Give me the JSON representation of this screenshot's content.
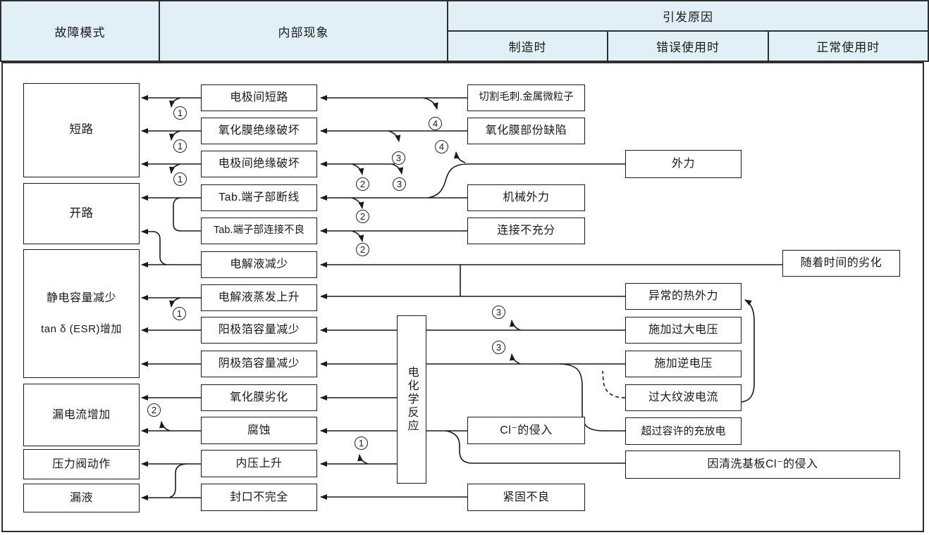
{
  "header": {
    "fault_mode": "故障模式",
    "internal_phenomenon": "内部现象",
    "trigger_cause": "引发原因",
    "at_manufacturing": "制造时",
    "at_misuse": "错误使用时",
    "at_normal_use": "正常使用时"
  },
  "fault_modes": {
    "short_circuit": "短路",
    "open_circuit": "开路",
    "capacitance_line1": "静电容量减少",
    "capacitance_line2": "tan δ (ESR)增加",
    "leakage_current_increase": "漏电流增加",
    "pressure_valve_operation": "压力阀动作",
    "liquid_leakage": "漏液"
  },
  "internal_phenomena": {
    "short_between_electrodes": "电极间短路",
    "oxide_film_insulation_breakdown": "氧化膜绝缘破坏",
    "insulation_breakdown_between_electrodes": "电极间绝缘破坏",
    "tab_terminal_wire_break": "Tab.端子部断线",
    "tab_terminal_poor_connection": "Tab.端子部连接不良",
    "electrolyte_decrease": "电解液减少",
    "electrolyte_evaporation_rise": "电解液蒸发上升",
    "anode_foil_capacity_decrease": "阳极箔容量减少",
    "cathode_foil_capacity_decrease": "阴极箔容量减少",
    "oxide_film_degradation": "氧化膜劣化",
    "corrosion": "腐蚀",
    "internal_pressure_rise": "内压上升",
    "incomplete_sealing": "封口不完全",
    "electrochemical_reaction": "电化学反应"
  },
  "causes_manufacturing": {
    "cutting_burrs_metal_particles": "切割毛刺.金属微粒子",
    "oxide_film_partial_defect": "氧化膜部份缺陷",
    "mechanical_external_force": "机械外力",
    "insufficient_connection": "连接不充分",
    "chloride_ingress": "Cl⁻的侵入",
    "poor_fastening": "紧固不良"
  },
  "causes_misuse": {
    "external_force": "外力",
    "abnormal_thermal_force": "异常的热外力",
    "apply_excessive_voltage": "施加过大电压",
    "apply_reverse_voltage": "施加逆电压",
    "excessive_ripple_current": "过大纹波电流",
    "charge_discharge_over_limit": "超过容许的充放电"
  },
  "causes_normal_use": {
    "deterioration_over_time": "随着时间的劣化",
    "chloride_ingress_board_cleaning": "因清洗基板Cl⁻的侵入"
  },
  "connector_labels": {
    "c1": "1",
    "c2": "2",
    "c3": "3",
    "c4": "4"
  },
  "colors": {
    "header_bg": "#e1eff7",
    "line": "#1a1a1a",
    "box_bg": "#ffffff",
    "border": "#2e2e2e"
  }
}
